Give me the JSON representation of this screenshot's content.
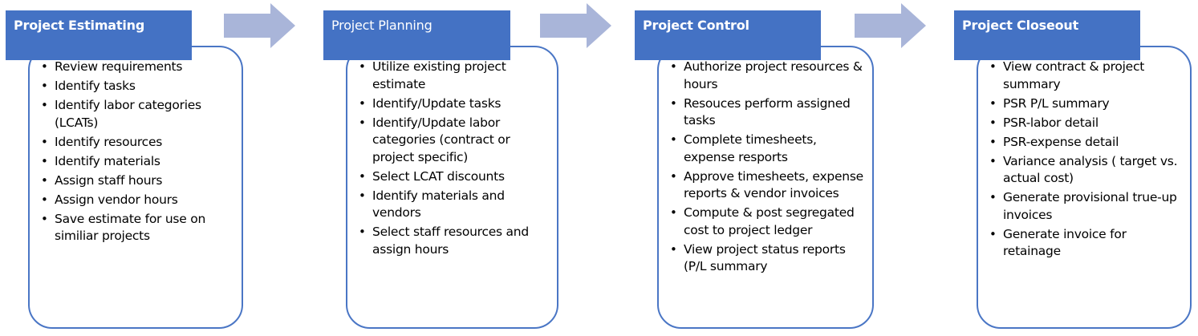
{
  "colors": {
    "accent": "#4472c4",
    "arrow": "#a9b5d9",
    "box_border": "#4a76c5"
  },
  "arrow_icons": [
    "right-arrow",
    "right-arrow",
    "right-arrow"
  ],
  "stages": [
    {
      "title": "Project Estimating",
      "items": [
        "Review requirements",
        "Identify tasks",
        "Identify labor categories (LCATs)",
        "Identify resources",
        "Identify materials",
        "Assign staff hours",
        "Assign vendor hours",
        "Save estimate for use on similiar projects"
      ]
    },
    {
      "title": "Project Planning",
      "items": [
        "Utilize existing project estimate",
        "Identify/Update tasks",
        "Identify/Update labor categories (contract or project specific)",
        "Select LCAT discounts",
        "Identify materials and vendors",
        "Select staff resources and assign hours"
      ]
    },
    {
      "title": "Project Control",
      "items": [
        "Authorize project resources & hours",
        "Resouces perform assigned tasks",
        "Complete timesheets, expense resports",
        "Approve timesheets, expense reports & vendor invoices",
        "Compute & post segregated cost to project ledger",
        "View project status reports (P/L summary"
      ]
    },
    {
      "title": "Project Closeout",
      "items": [
        "View contract & project summary",
        "PSR P/L summary",
        "PSR-labor detail",
        "PSR-expense detail",
        "Variance analysis ( target vs. actual cost)",
        "Generate provisional true-up invoices",
        "Generate invoice for retainage"
      ]
    }
  ]
}
